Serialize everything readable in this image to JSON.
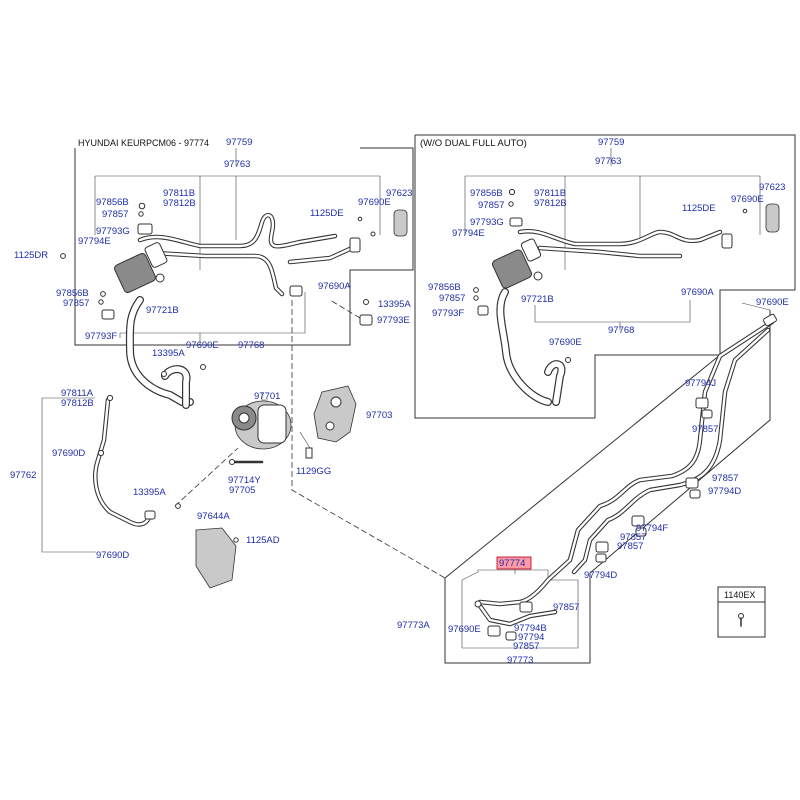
{
  "header": {
    "title": "HYUNDAI KEURPCM06 - 97774"
  },
  "inset_title": "(W/O DUAL FULL AUTO)",
  "labels": {
    "l_11250h": "1125DR",
    "l_97759_main": "97759",
    "l_97763_main": "97763",
    "l_97856b_main": "97856B",
    "l_97857_main_a": "97857",
    "l_97811b_main": "97811B",
    "l_97812b_main": "97812B",
    "l_97793g_main": "97793G",
    "l_97794e_main": "97794E",
    "l_1125dr": "1125DR",
    "l_1125de_main": "1125DE",
    "l_97690e_main_top": "97690E",
    "l_97623_main": "97623",
    "l_97856b_main_b": "97856B",
    "l_97857_main_b": "97857",
    "l_97793f_main": "97793F",
    "l_97721b_main": "97721B",
    "l_97690a_main": "97690A",
    "l_13395a_main": "13395A",
    "l_97793e_main": "97793E",
    "l_13395a_mid": "13395A",
    "l_97690e_mid": "97690E",
    "l_97768_main": "97768",
    "l_97811a": "97811A",
    "l_97812b_left": "97812B",
    "l_97701": "97701",
    "l_97703": "97703",
    "l_97762": "97762",
    "l_97690d_a": "97690D",
    "l_1129gg": "1129GG",
    "l_97714y": "97714Y",
    "l_97705": "97705",
    "l_13395a_low": "13395A",
    "l_97644a": "97644A",
    "l_1125ad": "1125AD",
    "l_97690d_b": "97690D",
    "l_97759_inset": "97759",
    "l_97763_inset": "97763",
    "l_97856b_inset": "97856B",
    "l_97857_inset_a": "97857",
    "l_97811b_inset": "97811B",
    "l_97812b_inset": "97812B",
    "l_97793g_inset": "97793G",
    "l_97794e_inset": "97794E",
    "l_1125de_inset": "1125DE",
    "l_97690e_inset_top": "97690E",
    "l_97623_inset": "97623",
    "l_97856b_inset_b": "97856B",
    "l_97857_inset_b": "97857",
    "l_97793f_inset": "97793F",
    "l_97721b_inset": "97721B",
    "l_97690a_inset": "97690A",
    "l_97768_inset": "97768",
    "l_97690e_inset_low": "97690E",
    "l_97690e_right": "97690E",
    "l_97794j": "97794J",
    "l_97857_r1": "97857",
    "l_97857_r2": "97857",
    "l_97794d_a": "97794D",
    "l_97794f": "97794F",
    "l_97857_r3": "97857",
    "l_97857_r4": "97857",
    "l_97794d_b": "97794D",
    "l_97774": "97774",
    "l_97857_b1": "97857",
    "l_97773a": "97773A",
    "l_97690e_b": "97690E",
    "l_97794b": "97794B",
    "l_97794": "97794",
    "l_97857_b2": "97857",
    "l_97773": "97773",
    "l_1140ex": "1140EX"
  },
  "colors": {
    "label_blue": "#1f2ea8",
    "highlight": "#ff9aa5",
    "line": "#333333"
  }
}
